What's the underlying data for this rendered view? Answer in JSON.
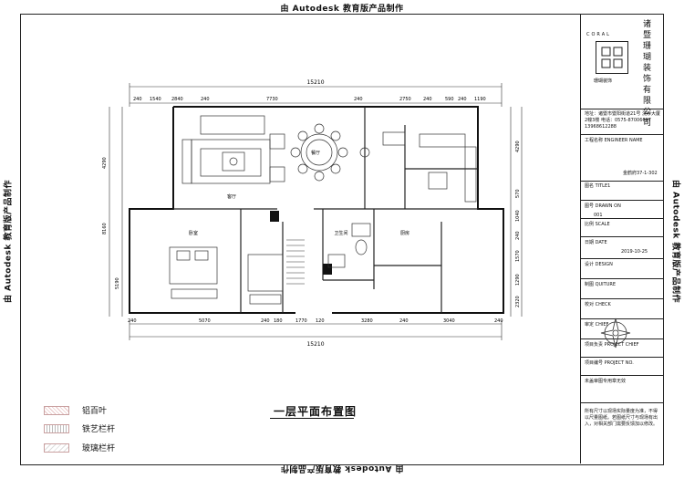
{
  "watermark": "由 Autodesk 教育版产品制作",
  "plan": {
    "title": "一层平面布置图",
    "top_dims": [
      "240",
      "1540",
      "2840",
      "240",
      "7730",
      "240",
      "2750",
      "240",
      "590",
      "240",
      "1190"
    ],
    "top_total": "15210",
    "bottom_dims": [
      "240",
      "5070",
      "240",
      "180",
      "1770",
      "120",
      "3280",
      "240",
      "3040",
      "240"
    ],
    "bottom_total": "15210",
    "left_dims": [
      "5190",
      "8160",
      "4290"
    ],
    "right_dims": [
      "4290",
      "570",
      "1040",
      "240",
      "1570",
      "1290",
      "2320"
    ],
    "room_labels": [
      "餐厅",
      "客厅",
      "卧室",
      "卫生间",
      "厨房"
    ]
  },
  "legend": [
    {
      "label": "铝百叶"
    },
    {
      "label": "铁艺栏杆"
    },
    {
      "label": "玻璃栏杆"
    }
  ],
  "title_block": {
    "logo_en": "CORAL",
    "logo_cn": "珊瑚装饰",
    "company": "诸暨珊瑚装饰有限公司",
    "address": "地址：诸暨市暨阳街道21号 浣纱大厦2幢3楼 电话：0575-87006697 13968612288",
    "project_label": "工程名称 ENGINEER NAME",
    "project_name": "金鹤府37-1-302",
    "rows": [
      {
        "label": "图名 TITLE1",
        "value": ""
      },
      {
        "label": "图号 DRAWN ON",
        "value": "001"
      },
      {
        "label": "比例 SCALE",
        "value": ""
      },
      {
        "label": "日期 DATE",
        "value": "2019-10-25"
      },
      {
        "label": "设计 DESIGN",
        "value": ""
      },
      {
        "label": "制图 QUITURE",
        "value": ""
      },
      {
        "label": "校对 CHECK",
        "value": ""
      },
      {
        "label": "审定 CHIEF",
        "value": ""
      },
      {
        "label": "项目负责 PROJECT CHIEF",
        "value": ""
      },
      {
        "label": "项目编号 PROJECT NO.",
        "value": ""
      },
      {
        "label": "未盖审图专用章无效",
        "value": ""
      }
    ],
    "note": "所有尺寸以现场实际量度为准，不得以尺量图纸。若图纸尺寸与现场有出入，对相关部门需要反馈加以修改。"
  }
}
